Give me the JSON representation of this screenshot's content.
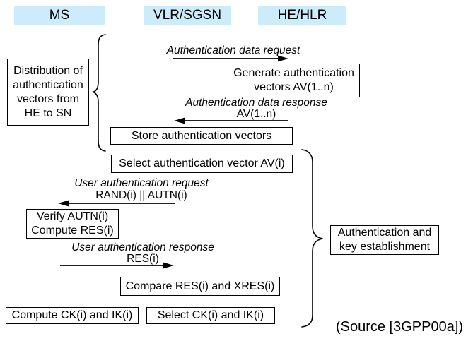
{
  "colors": {
    "actor_fill": "#cdecfb",
    "ink": "#000000"
  },
  "actors": {
    "ms": "MS",
    "vlr_sgsn": "VLR/SGSN",
    "he_hlr": "HE/HLR"
  },
  "process_boxes": {
    "distribution": "Distribution of authentication vectors from HE to SN",
    "generate_vectors": "Generate authentication vectors AV(1..n)",
    "store_vectors": "Store authentication vectors",
    "select_vector": "Select authentication vector AV(i)",
    "verify_compute": "Verify AUTN(i) Compute RES(i)",
    "compare_res": "Compare RES(i) and XRES(i)",
    "compute_keys": "Compute CK(i) and IK(i)",
    "select_keys": "Select CK(i) and IK(i)",
    "auth_key_establishment": "Authentication and key establishment"
  },
  "messages": {
    "auth_data_request": {
      "label": "Authentication data request",
      "direction": "right"
    },
    "auth_data_response": {
      "label": "Authentication data response",
      "payload": "AV(1..n)",
      "direction": "left"
    },
    "user_auth_request": {
      "label": "User authentication request",
      "payload": "RAND(i) || AUTN(i)",
      "direction": "left"
    },
    "user_auth_response": {
      "label": "User authentication response",
      "payload": "RES(i)",
      "direction": "right"
    }
  },
  "source_note": "(Source [3GPP00a])"
}
